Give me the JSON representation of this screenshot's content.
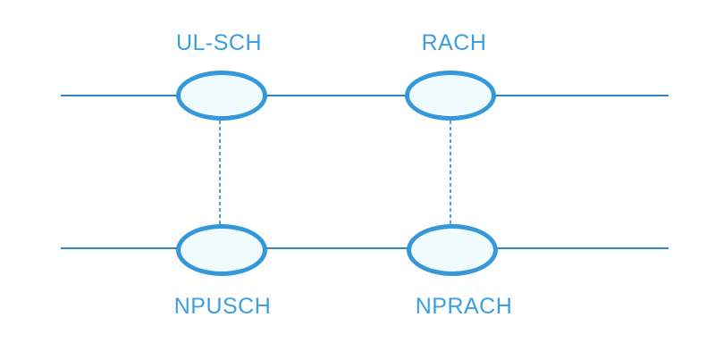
{
  "diagram": {
    "nodes": [
      {
        "id": "ul-sch",
        "label": "UL-SCH",
        "row": "top",
        "shape": "ellipse"
      },
      {
        "id": "rach",
        "label": "RACH",
        "row": "top",
        "shape": "ellipse"
      },
      {
        "id": "npusch",
        "label": "NPUSCH",
        "row": "bottom",
        "shape": "ellipse"
      },
      {
        "id": "nprach",
        "label": "NPRACH",
        "row": "bottom",
        "shape": "ellipse"
      }
    ],
    "links": [
      {
        "from": "ul-sch",
        "to": "npusch",
        "style": "dashed"
      },
      {
        "from": "rach",
        "to": "nprach",
        "style": "dashed"
      }
    ],
    "colors": {
      "ellipse_stroke": "#3498db",
      "ellipse_fill": "#f0fbfe",
      "line": "#2f86c7",
      "dashed_link": "#4aa3df",
      "label_text": "#3b9fe0",
      "background": "#ffffff"
    }
  }
}
